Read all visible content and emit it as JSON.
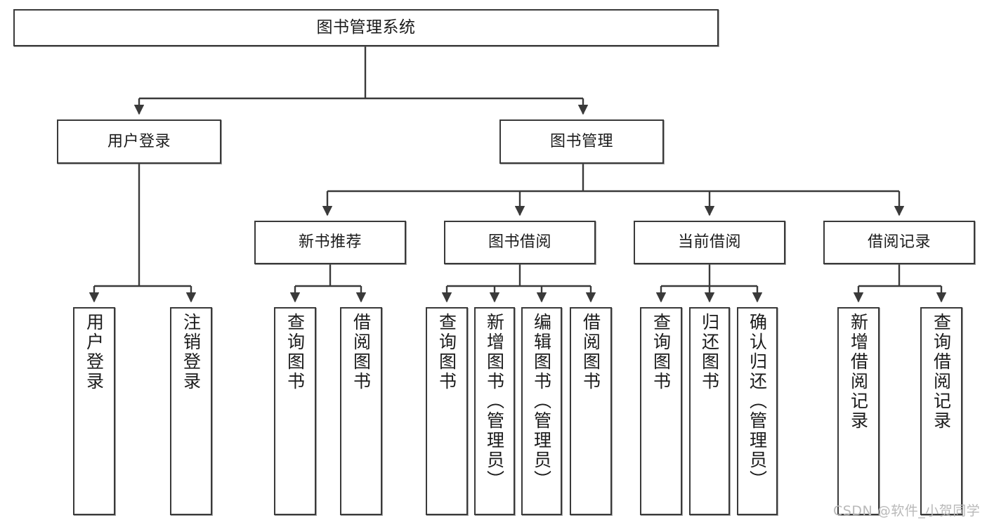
{
  "diagram": {
    "title": "图书管理系统",
    "type": "tree-hierarchy",
    "watermark": "CSDN @软件_小贺同学",
    "root": {
      "id": "root",
      "label": "图书管理系统"
    },
    "level2": [
      {
        "id": "user-login",
        "label": "用户登录"
      },
      {
        "id": "book-manage",
        "label": "图书管理"
      }
    ],
    "level3": [
      {
        "id": "new-book-recommend",
        "label": "新书推荐"
      },
      {
        "id": "book-borrow",
        "label": "图书借阅"
      },
      {
        "id": "current-borrow",
        "label": "当前借阅"
      },
      {
        "id": "borrow-record",
        "label": "借阅记录"
      }
    ],
    "leaves": [
      {
        "id": "leaf-user-login",
        "label": "用户登录",
        "parent": "user-login"
      },
      {
        "id": "leaf-logout-login",
        "label": "注销登录",
        "parent": "user-login"
      },
      {
        "id": "leaf-query-book-1",
        "label": "查询图书",
        "parent": "new-book-recommend"
      },
      {
        "id": "leaf-borrow-book-1",
        "label": "借阅图书",
        "parent": "new-book-recommend"
      },
      {
        "id": "leaf-query-book-2",
        "label": "查询图书",
        "parent": "book-borrow"
      },
      {
        "id": "leaf-add-book",
        "label": "新增图书（管理员）",
        "parent": "book-borrow"
      },
      {
        "id": "leaf-edit-book",
        "label": "编辑图书（管理员）",
        "parent": "book-borrow"
      },
      {
        "id": "leaf-borrow-book-2",
        "label": "借阅图书",
        "parent": "book-borrow"
      },
      {
        "id": "leaf-query-book-3",
        "label": "查询图书",
        "parent": "current-borrow"
      },
      {
        "id": "leaf-return-book",
        "label": "归还图书",
        "parent": "current-borrow"
      },
      {
        "id": "leaf-confirm-return",
        "label": "确认归还（管理员）",
        "parent": "current-borrow"
      },
      {
        "id": "leaf-add-record",
        "label": "新增借阅记录",
        "parent": "borrow-record"
      },
      {
        "id": "leaf-query-record",
        "label": "查询借阅记录",
        "parent": "borrow-record"
      }
    ],
    "colors": {
      "stroke": "#3a3a3a",
      "fill": "#ffffff",
      "text": "#1b1b1b",
      "watermark": "#b9b9b9"
    }
  }
}
